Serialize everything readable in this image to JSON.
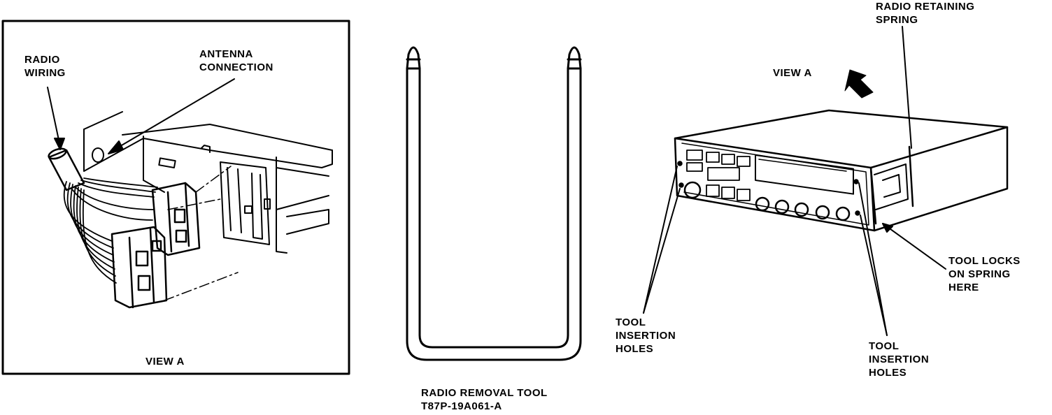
{
  "labels": {
    "radio_wiring": [
      "RADIO",
      "WIRING"
    ],
    "antenna_connection": [
      "ANTENNA",
      "CONNECTION"
    ],
    "view_a_inset": "VIEW A",
    "tool_caption": [
      "RADIO REMOVAL TOOL",
      "T87P-19A061-A"
    ],
    "radio_retaining_spring": [
      "RADIO RETAINING",
      "SPRING"
    ],
    "view_a_arrow": "VIEW A",
    "tool_locks": [
      "TOOL LOCKS",
      "ON SPRING",
      "HERE"
    ],
    "tool_insertion_holes_left": [
      "TOOL",
      "INSERTION",
      "HOLES"
    ],
    "tool_insertion_holes_right": [
      "TOOL",
      "INSERTION",
      "HOLES"
    ]
  },
  "colors": {
    "ink": "#000000",
    "paper": "#ffffff"
  }
}
